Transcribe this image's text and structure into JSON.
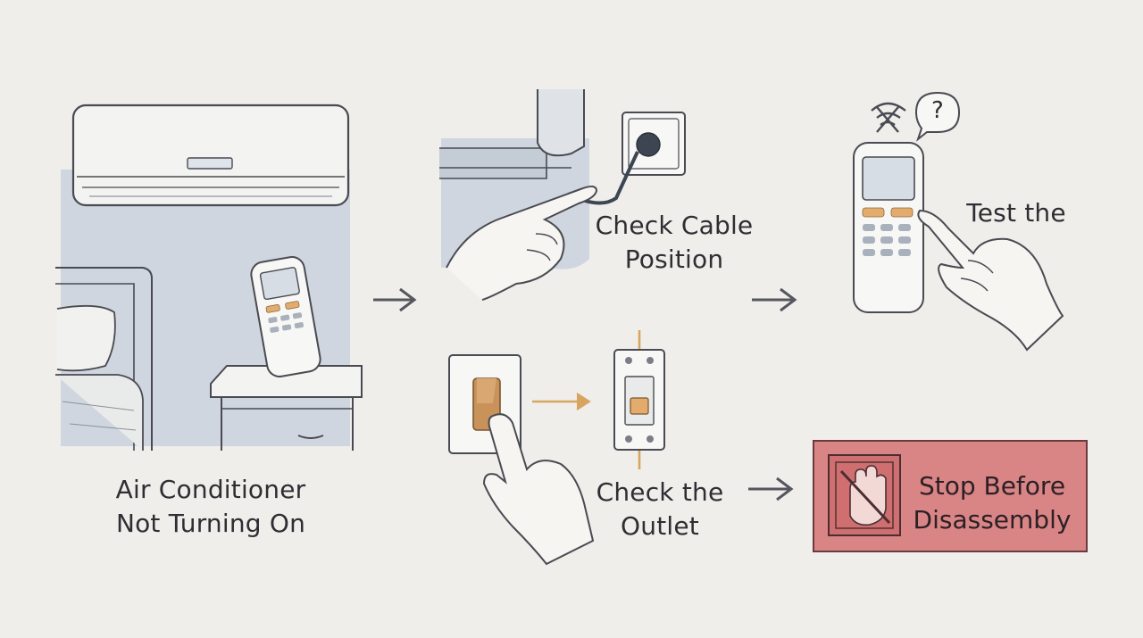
{
  "steps": {
    "problem": {
      "line1": "Air Conditioner",
      "line2": "Not Turning On"
    },
    "cable": {
      "line1": "Check Cable",
      "line2": "Position"
    },
    "remote": {
      "line1": "Test the"
    },
    "outlet": {
      "line1": "Check the",
      "line2": "Outlet"
    },
    "stop": {
      "line1": "Stop Before",
      "line2": "Disassembly"
    }
  },
  "remote_help_glyph": "?",
  "icons": {
    "ac_unit": "air-conditioner-icon",
    "remote": "remote-control-icon",
    "plug": "power-plug-icon",
    "switch": "wall-switch-icon",
    "breaker": "circuit-breaker-icon",
    "no_signal": "no-signal-icon",
    "stop_hand": "stop-hand-icon"
  },
  "colors": {
    "background": "#efeeeb",
    "ink": "#4a4a52",
    "shadow_blue": "#cfd6df",
    "accent_orange": "#e3ac6c",
    "switch_brown": "#c8925a",
    "warning_fill": "#d98585",
    "warning_border": "#6b3a3f"
  }
}
